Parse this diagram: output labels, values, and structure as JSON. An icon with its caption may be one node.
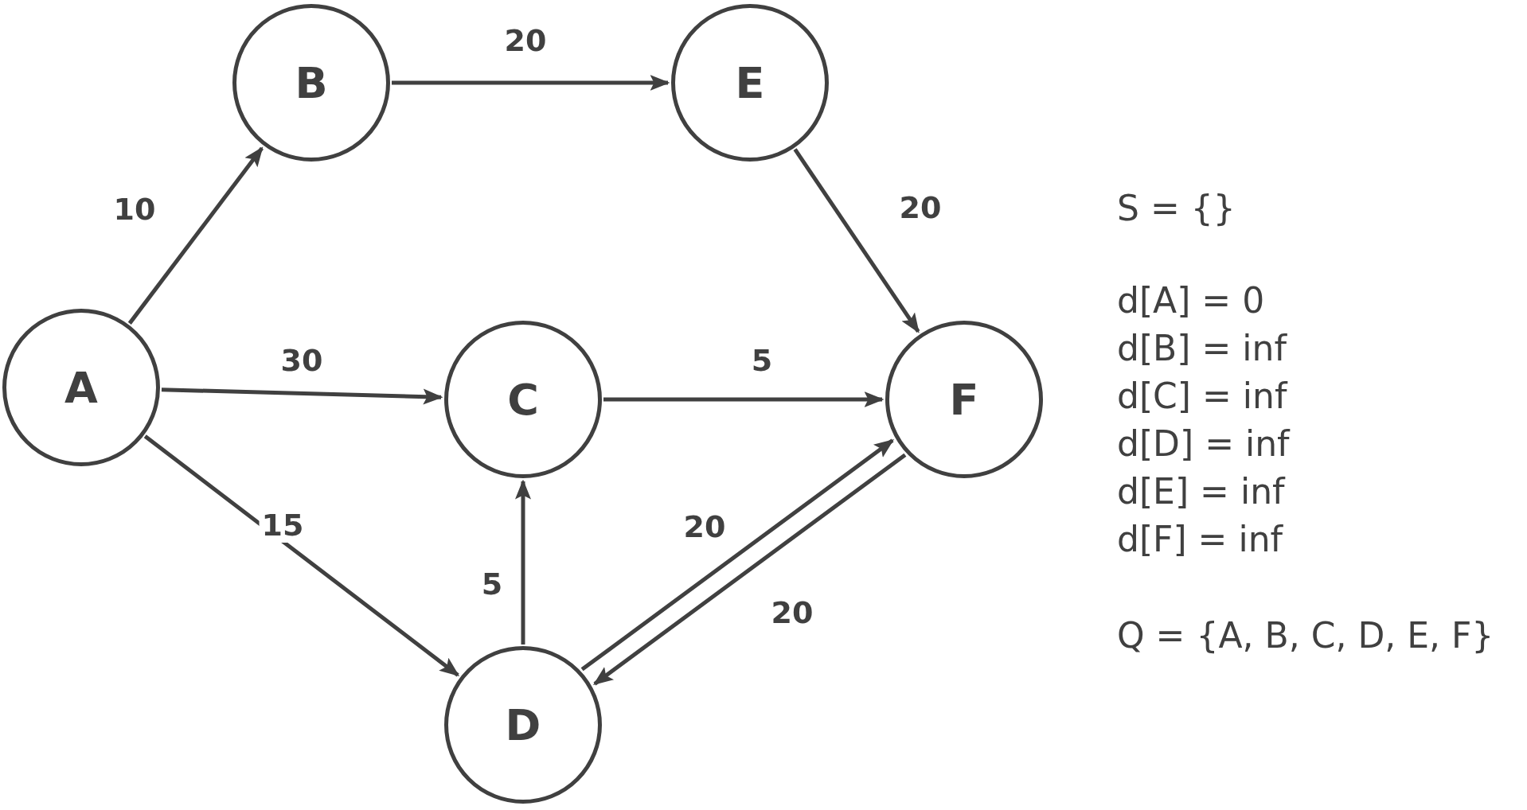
{
  "diagram": {
    "nodes": [
      {
        "text": [
          "A"
        ]
      },
      {
        "text": [
          "B"
        ]
      },
      {
        "text": [
          "E"
        ]
      },
      {
        "text": [
          "C"
        ]
      },
      {
        "text": [
          "F"
        ]
      },
      {
        "text": [
          "D"
        ]
      }
    ],
    "edges": [
      {
        "from": 0,
        "to": 1,
        "arrow": "to",
        "label": "10"
      },
      {
        "from": 1,
        "to": 2,
        "arrow": "to",
        "label": "20"
      },
      {
        "from": 2,
        "to": 4,
        "arrow": "to",
        "label": "20"
      },
      {
        "from": 0,
        "to": 3,
        "arrow": "to",
        "label": "30"
      },
      {
        "from": 3,
        "to": 4,
        "arrow": "to",
        "label": "5"
      },
      {
        "from": 0,
        "to": 5,
        "arrow": "to",
        "label": "15"
      },
      {
        "from": 5,
        "to": 3,
        "arrow": "to",
        "label": "5"
      },
      {
        "from": 5,
        "to": 4,
        "arrow": "to",
        "label": "20"
      },
      {
        "from": 4,
        "to": 5,
        "arrow": "to",
        "label": "20"
      }
    ],
    "labels": [
      "S = {}",
      "d[A] = 0",
      "d[B] = inf",
      "d[C] = inf",
      "d[D] = inf",
      "d[E] = inf",
      "d[F] = inf",
      "Q = {A, B, C, D, E, F}"
    ]
  }
}
